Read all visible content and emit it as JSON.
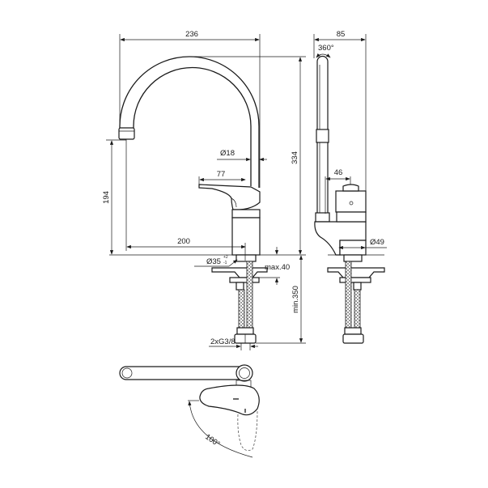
{
  "drawing": {
    "front_view": {
      "width_label": "236",
      "height_label": "334",
      "spout_height_label": "194",
      "reach_label": "200",
      "pipe_diameter_label": "Ø18",
      "lever_length_label": "77",
      "base_diameter_label": "Ø35",
      "base_tolerance_upper": "+2",
      "base_tolerance_lower": "-1",
      "max_deck_label": "max.40",
      "min_hose_label": "min.350",
      "connection_label": "2xG3/8"
    },
    "side_view": {
      "depth_label": "85",
      "rotation_label": "360°",
      "offset_label": "46",
      "body_diameter_label": "Ø49"
    },
    "top_view": {
      "lever_angle_label": "100°"
    }
  }
}
